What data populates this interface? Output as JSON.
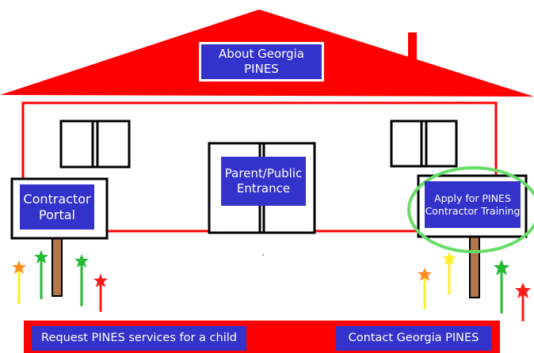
{
  "colors": {
    "house_red": "#ff0000",
    "button_blue": "#3333cc",
    "highlight_green": "#66dd66",
    "post_brown": "#b5764a",
    "outline_black": "#000000",
    "star_orange": "#ff8c1a",
    "star_green": "#22bb33",
    "star_red": "#ff1a1a",
    "star_yellow": "#ffee22"
  },
  "roof": {
    "button_label": "About Georgia PINES"
  },
  "entrance": {
    "button_label": "Parent/Public\nEntrance"
  },
  "left_sign": {
    "button_label": "Contractor\nPortal"
  },
  "right_sign": {
    "button_label": "Apply for PINES\nContractor Training"
  },
  "bottom_bar": {
    "request_label": "Request PINES services for a child",
    "contact_label": "Contact Georgia PINES"
  },
  "icons": {
    "flower": "star-flower-icon",
    "window": "window-icon",
    "chimney": "chimney-icon"
  }
}
